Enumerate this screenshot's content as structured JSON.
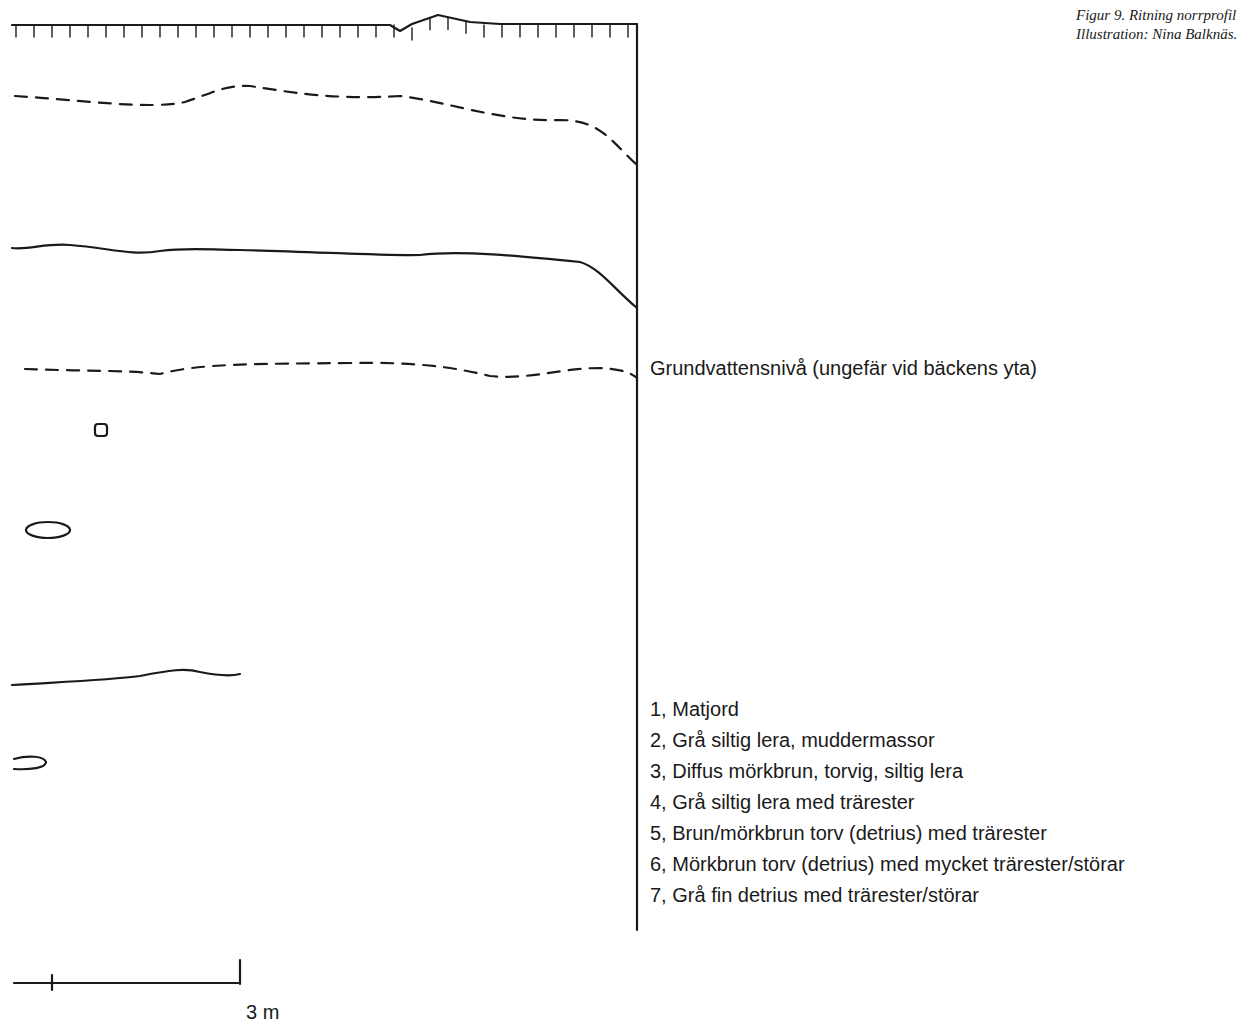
{
  "diagram": {
    "caption": "Figur 9. Ritning norrprofil Illustration: Nina Balknäs.",
    "labels": [
      "Grundvattensnivå (ungefär vid bäckens yta)",
      "1, Matjord",
      "2, Grå siltig lera, muddermassor",
      "3, Diffus mörkbrun, torvig, siltig lera",
      "4, Grå siltig lera med trärester",
      "5, Brun/mörkbrun torv (detrius) med trärester",
      "6, Mörkbrun torv (detrius) med mycket trärester/störar",
      "7, Grå fin detrius med trärester/störar",
      "3 m"
    ]
  }
}
